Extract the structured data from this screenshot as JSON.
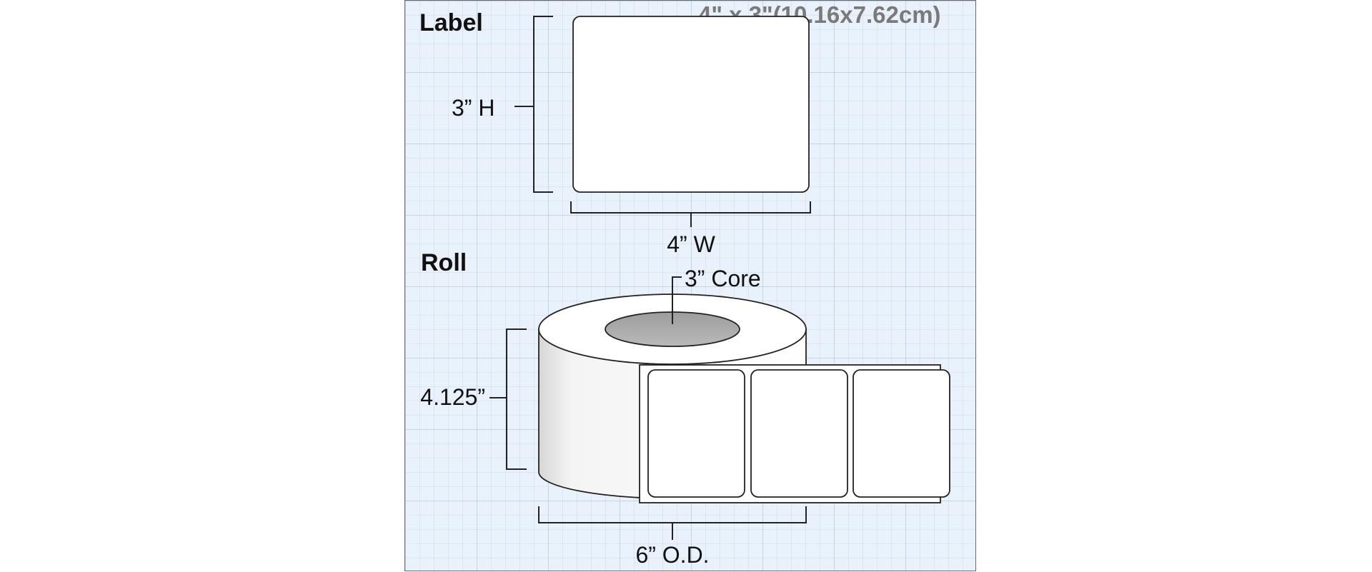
{
  "spec_text": "4\" x 3\"(10.16x7.62cm)",
  "label_section": {
    "heading": "Label",
    "height_text": "3” H",
    "width_text": "4” W"
  },
  "roll_section": {
    "heading": "Roll",
    "core_text": "3” Core",
    "width_text": "4.125”",
    "od_text": "6” O.D."
  },
  "colors": {
    "background": "#e9f1fa",
    "label_fill": "#ffffff",
    "core_fill": "#a9a9a9",
    "outline": "#222222"
  }
}
